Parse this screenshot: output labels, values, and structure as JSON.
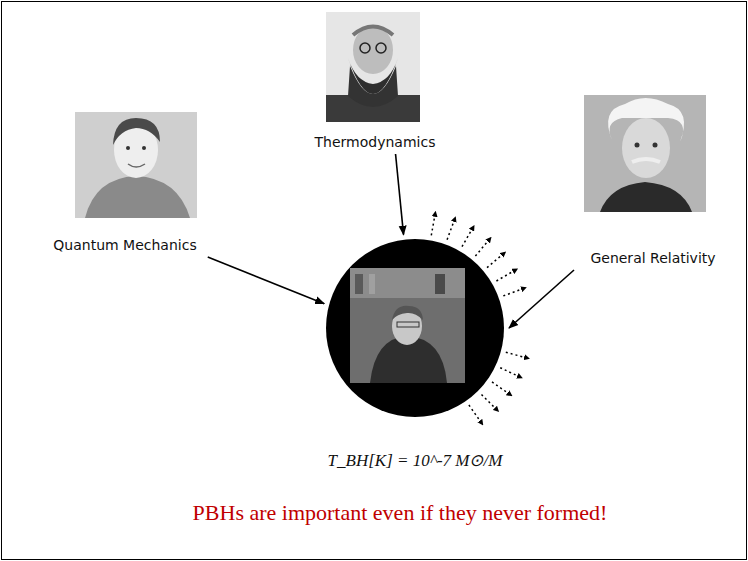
{
  "diagram": {
    "caption": "PBHs are important even if they never formed!",
    "nodes": [
      {
        "text": [
          "Thermodynamics"
        ]
      },
      {
        "text": [
          "Quantum Mechanics"
        ]
      },
      {
        "text": [
          "General Relativity"
        ]
      },
      {
        "text": [
          "T_BH[K] = 10^-7 M⊙/M"
        ]
      }
    ],
    "edges": [
      {
        "from": 0,
        "to": 3,
        "arrow": "to"
      },
      {
        "from": 1,
        "to": 3,
        "arrow": "to"
      },
      {
        "from": 2,
        "to": 3,
        "arrow": "to"
      }
    ]
  }
}
